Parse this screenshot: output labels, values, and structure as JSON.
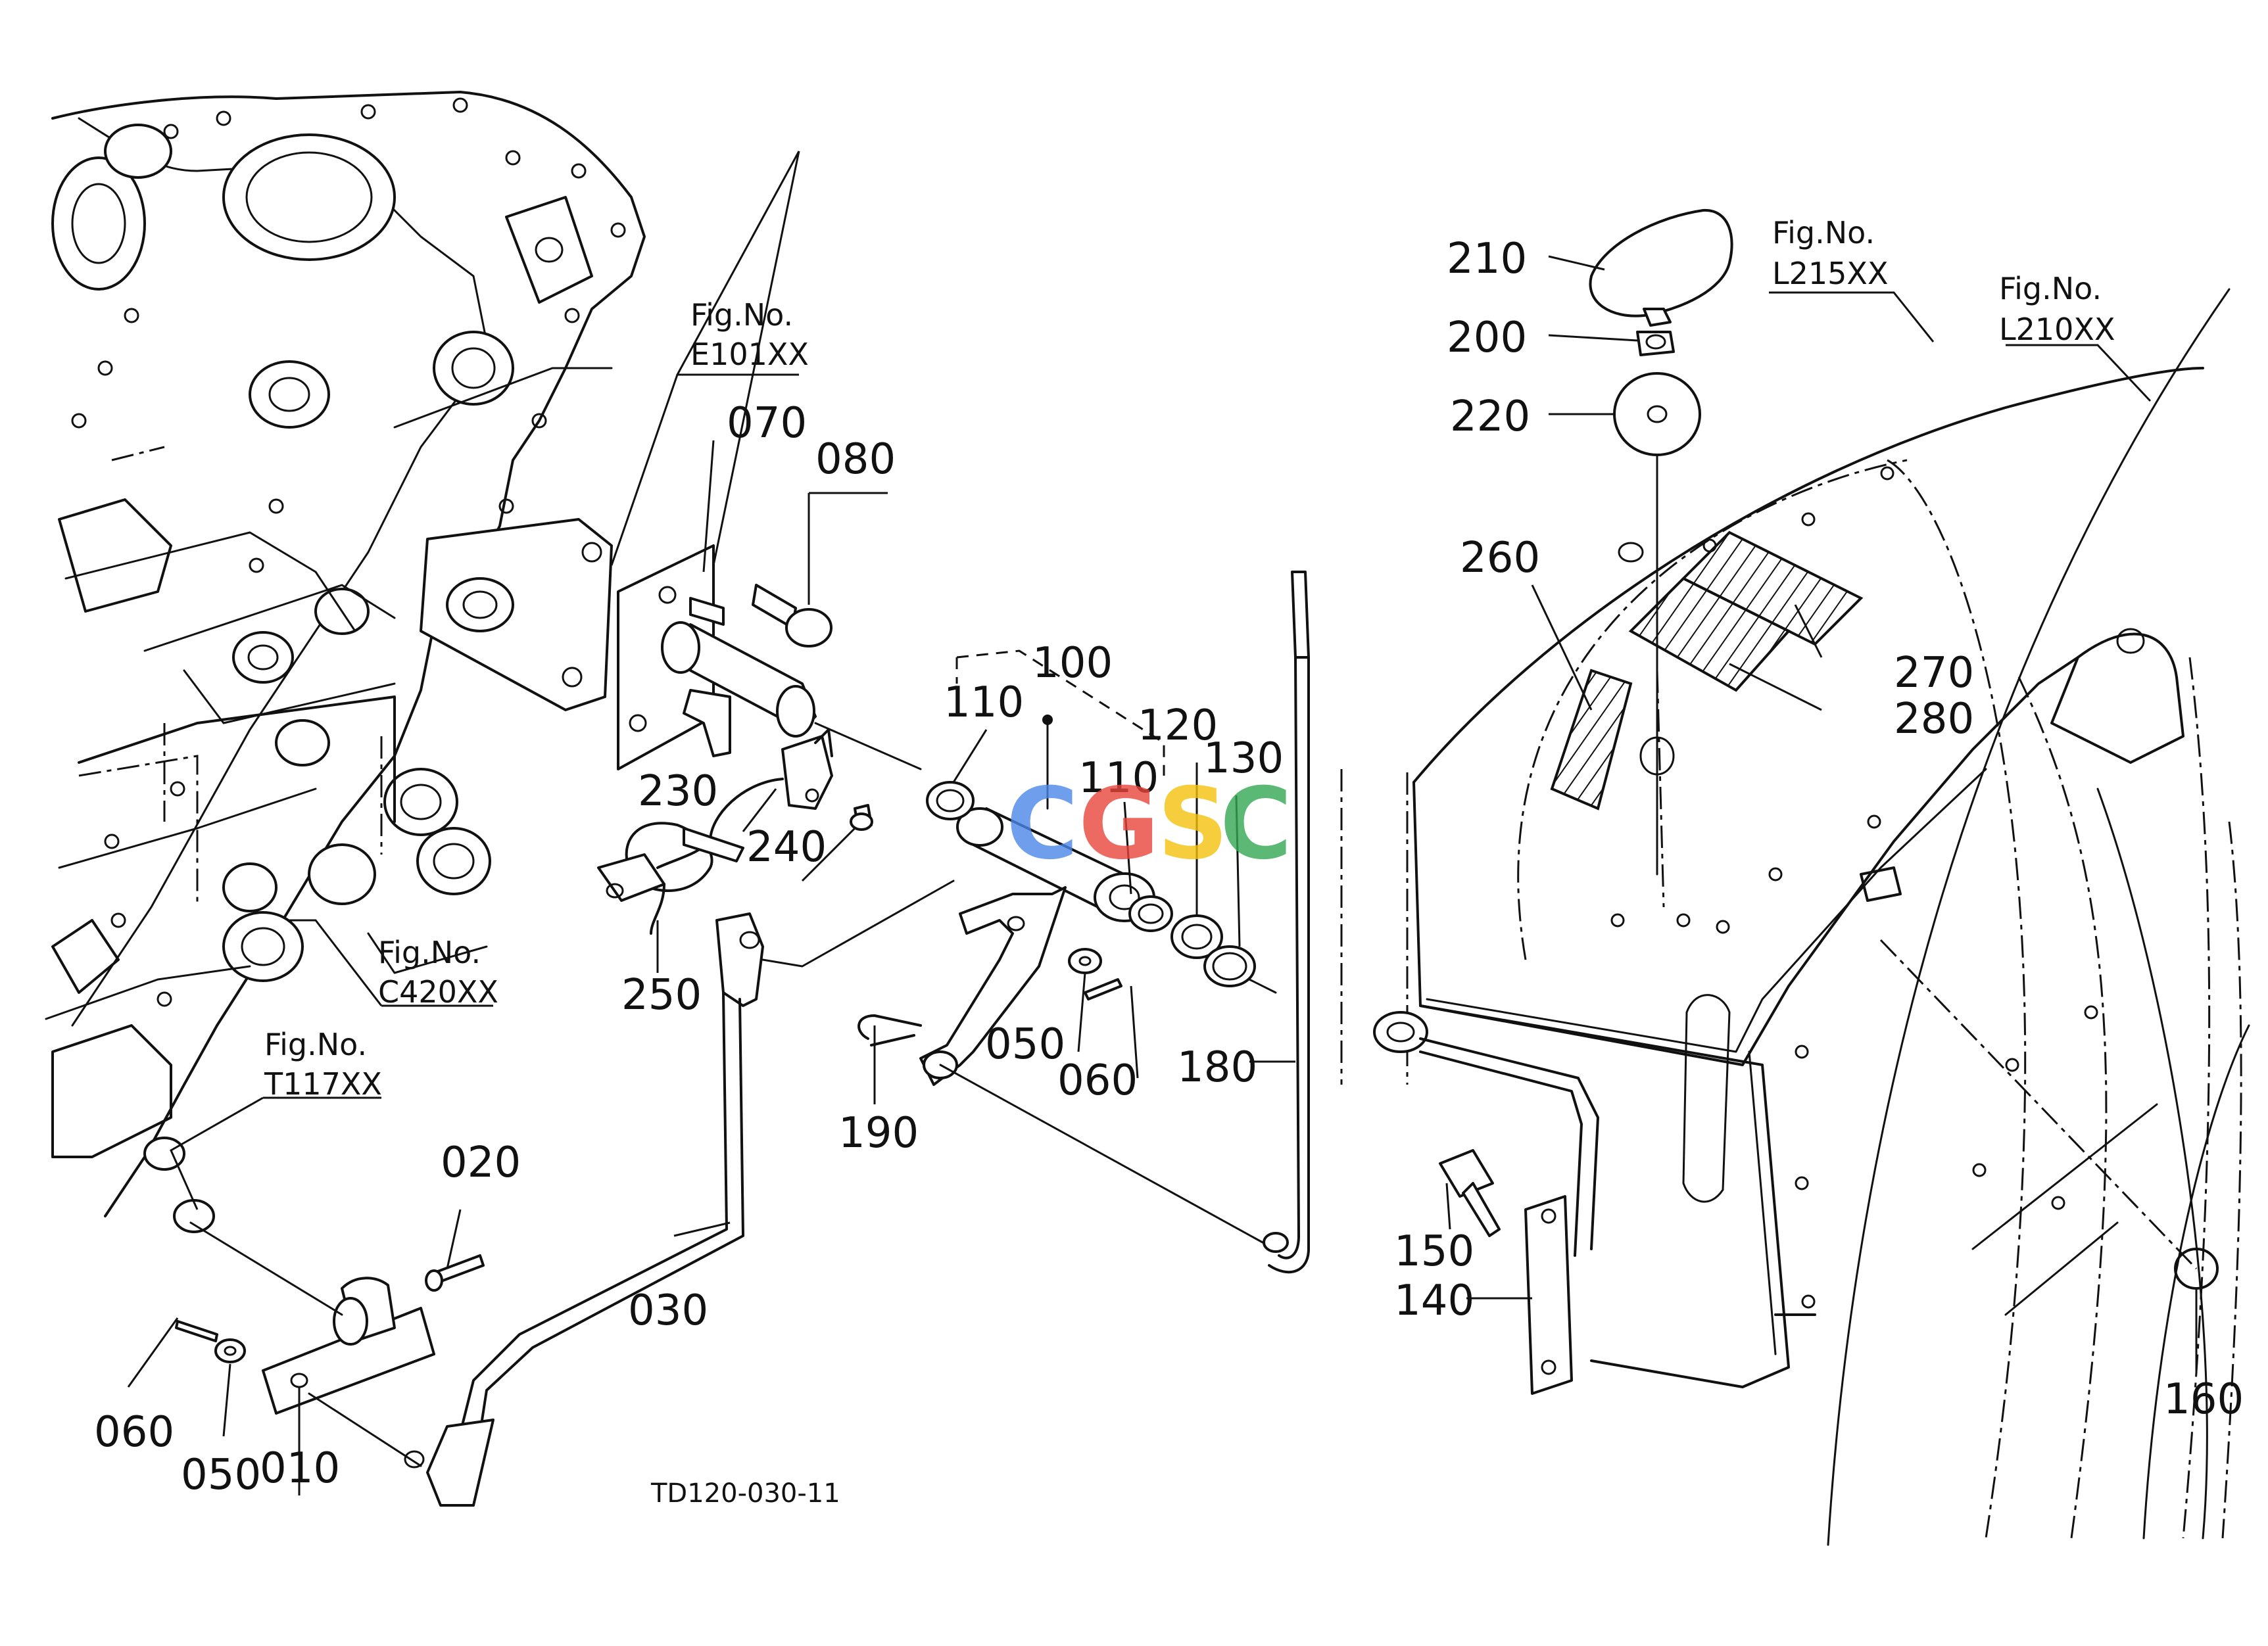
{
  "diagram_code": "TD120-030-11",
  "watermark": {
    "letters": [
      "C",
      "G",
      "S",
      "C"
    ],
    "colors": [
      "#4a86e8",
      "#e8453c",
      "#f4c20d",
      "#34a853"
    ]
  },
  "figure_refs": [
    {
      "id": "e101",
      "title": "Fig.No.",
      "code": "E101XX"
    },
    {
      "id": "c420",
      "title": "Fig.No.",
      "code": "C420XX"
    },
    {
      "id": "t117",
      "title": "Fig.No.",
      "code": "T117XX"
    },
    {
      "id": "l215",
      "title": "Fig.No.",
      "code": "L215XX"
    },
    {
      "id": "l210",
      "title": "Fig.No.",
      "code": "L210XX"
    }
  ],
  "callouts": [
    "010",
    "020",
    "030",
    "050",
    "060",
    "050",
    "060",
    "070",
    "080",
    "100",
    "110",
    "110",
    "120",
    "130",
    "140",
    "150",
    "160",
    "180",
    "190",
    "200",
    "210",
    "220",
    "230",
    "240",
    "250",
    "260",
    "270",
    "280"
  ],
  "colors": {
    "line": "#111111",
    "background": "#ffffff"
  }
}
